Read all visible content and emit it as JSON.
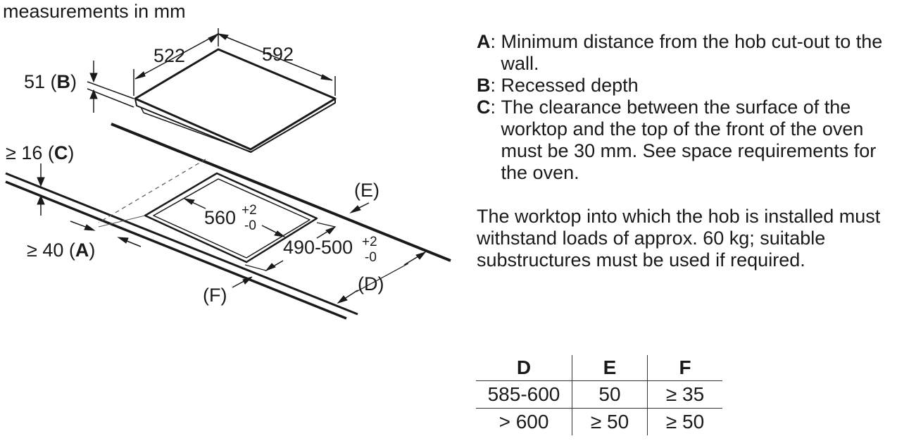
{
  "header": {
    "units_note": "measurements in mm"
  },
  "diagram": {
    "hob_depth": "522",
    "hob_width": "592",
    "label_b_value": "51",
    "label_b_open": " (",
    "label_b_key": "B",
    "label_b_close": ")",
    "label_c_value": "≥ 16",
    "label_c_open": " (",
    "label_c_key": "C",
    "label_c_close": ")",
    "label_a_value": "≥ 40",
    "label_a_open": " (",
    "label_a_key": "A",
    "label_a_close": ")",
    "label_e": "(E)",
    "label_d": "(D)",
    "label_f": "(F)",
    "cutout_width_base": "560",
    "cutout_width_plus": "+2",
    "cutout_width_minus": "-0",
    "cutout_depth_base": "490-500",
    "cutout_depth_plus": "+2",
    "cutout_depth_minus": "-0"
  },
  "legend": [
    {
      "key": "A",
      "separator": ": ",
      "text": "Minimum distance from the hob cut-out to the wall."
    },
    {
      "key": "B",
      "separator": ": ",
      "text": "Recessed depth"
    },
    {
      "key": "C",
      "separator": ": ",
      "text": "The clearance between the surface of the worktop and the top of the front of the oven must be 30 mm. See space requirements for the oven."
    }
  ],
  "load_note": "The worktop into which the hob is installed must withstand loads of approx. 60 kg; suitable substructures must be used if required.",
  "table": {
    "headers": [
      "D",
      "E",
      "F"
    ],
    "rows": [
      [
        "585-600",
        "50",
        "≥ 35"
      ],
      [
        "> 600",
        "≥ 50",
        "≥ 50"
      ]
    ]
  }
}
